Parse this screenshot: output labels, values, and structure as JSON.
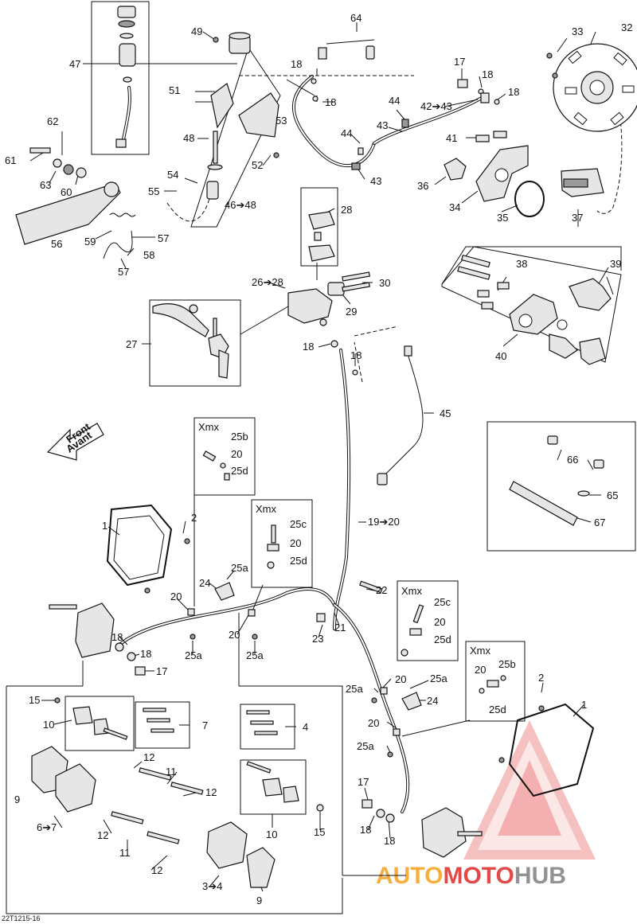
{
  "document_id": "22T1215-16",
  "front_label": [
    "Front",
    "Avant"
  ],
  "brand_colors": {
    "watermark_red": "#e02a2a",
    "watermark_orange": "#f3a21f",
    "watermark_grey": "#7f7f7f"
  },
  "watermark": {
    "parts": [
      "AUTO",
      "MOTO",
      "HUB"
    ]
  },
  "xmx_label": "Xmx",
  "callouts": [
    "1",
    "2",
    "3➔4",
    "4",
    "6➔7",
    "7",
    "9",
    "10",
    "11",
    "12",
    "15",
    "17",
    "18",
    "19➔20",
    "20",
    "21",
    "22",
    "23",
    "24",
    "25a",
    "25b",
    "25c",
    "25d",
    "26➔28",
    "27",
    "28",
    "29",
    "30",
    "32",
    "33",
    "34",
    "35",
    "36",
    "37",
    "38",
    "39",
    "40",
    "41",
    "42➔43",
    "43",
    "44",
    "45",
    "46➔48",
    "47",
    "48",
    "49",
    "51",
    "52",
    "53",
    "54",
    "55",
    "56",
    "57",
    "58",
    "59",
    "60",
    "61",
    "62",
    "63",
    "64",
    "65",
    "66",
    "67"
  ]
}
